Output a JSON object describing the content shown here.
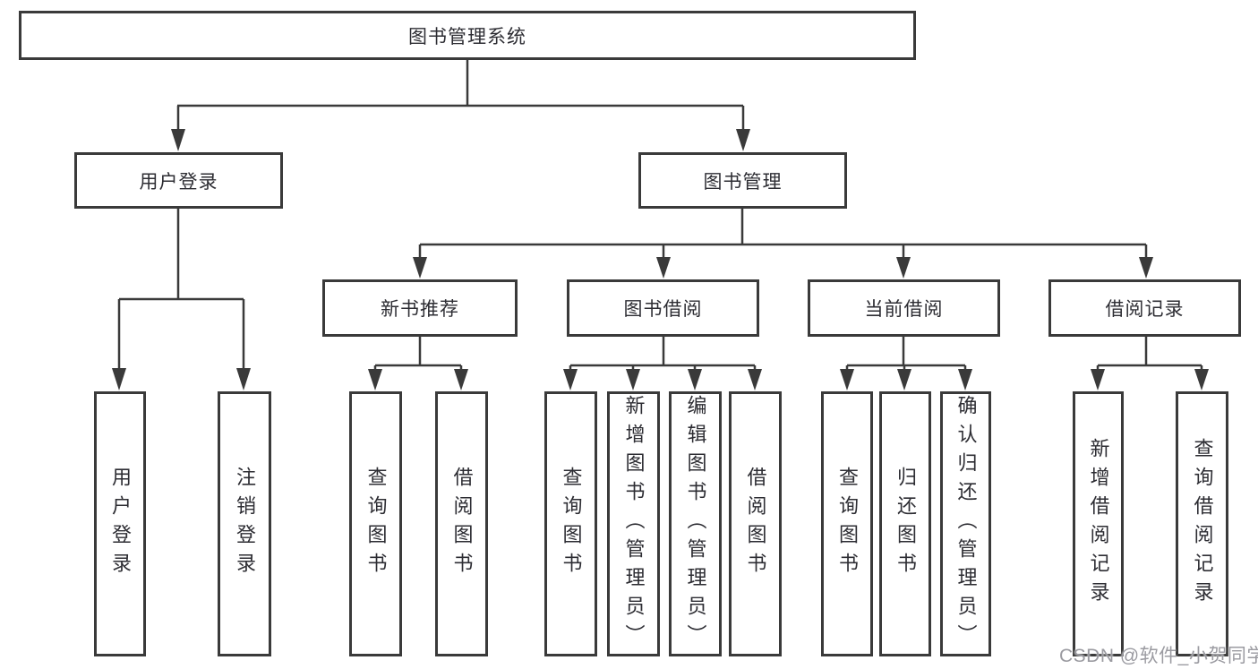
{
  "tree": {
    "root": {
      "label": "图书管理系统"
    },
    "level2": [
      {
        "label": "用户登录",
        "children": [
          {
            "label": "用户登录"
          },
          {
            "label": "注销登录"
          }
        ]
      },
      {
        "label": "图书管理",
        "children": [
          {
            "label": "新书推荐",
            "children": [
              {
                "label": "查询图书"
              },
              {
                "label": "借阅图书"
              }
            ]
          },
          {
            "label": "图书借阅",
            "children": [
              {
                "label": "查询图书"
              },
              {
                "label": "新增图书（管理员）"
              },
              {
                "label": "编辑图书（管理员）"
              },
              {
                "label": "借阅图书"
              }
            ]
          },
          {
            "label": "当前借阅",
            "children": [
              {
                "label": "查询图书"
              },
              {
                "label": "归还图书"
              },
              {
                "label": "确认归还（管理员）"
              }
            ]
          },
          {
            "label": "借阅记录",
            "children": [
              {
                "label": "新增借阅记录"
              },
              {
                "label": "查询借阅记录"
              }
            ]
          }
        ]
      }
    ]
  },
  "watermark": {
    "text": "CSDN @软件_小贺同学"
  },
  "colors": {
    "stroke": "#3a3a3a",
    "text": "#2d2d33",
    "watermark_text": "#9b9ba1",
    "background": "#ffffff"
  }
}
